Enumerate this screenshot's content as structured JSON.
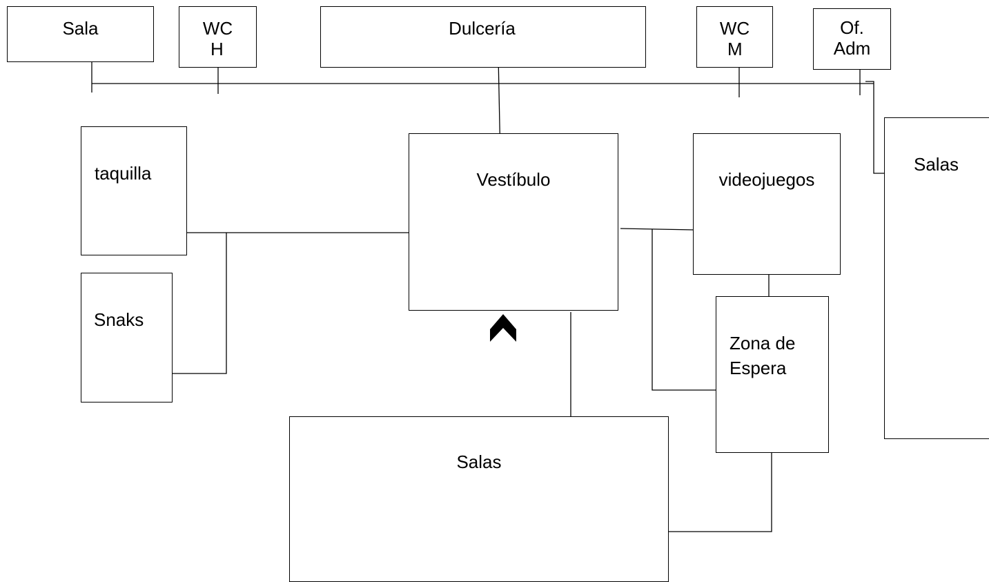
{
  "rooms": {
    "sala": "Sala",
    "wc_h_line1": "WC",
    "wc_h_line2": "H",
    "dulceria": "Dulcería",
    "wc_m_line1": "WC",
    "wc_m_line2": "M",
    "of_adm_line1": "Of.",
    "of_adm_line2": "Adm",
    "taquilla": "taquilla",
    "snaks": "Snaks",
    "vestibulo": "Vestíbulo",
    "videojuegos": "videojuegos",
    "zona_espera_line1": "Zona de",
    "zona_espera_line2": "Espera",
    "salas_right": "Salas",
    "salas_bottom": "Salas"
  },
  "icons": {
    "entrance_marker": "chevron-up-icon"
  },
  "colors": {
    "line": "#000000",
    "background": "#ffffff"
  }
}
